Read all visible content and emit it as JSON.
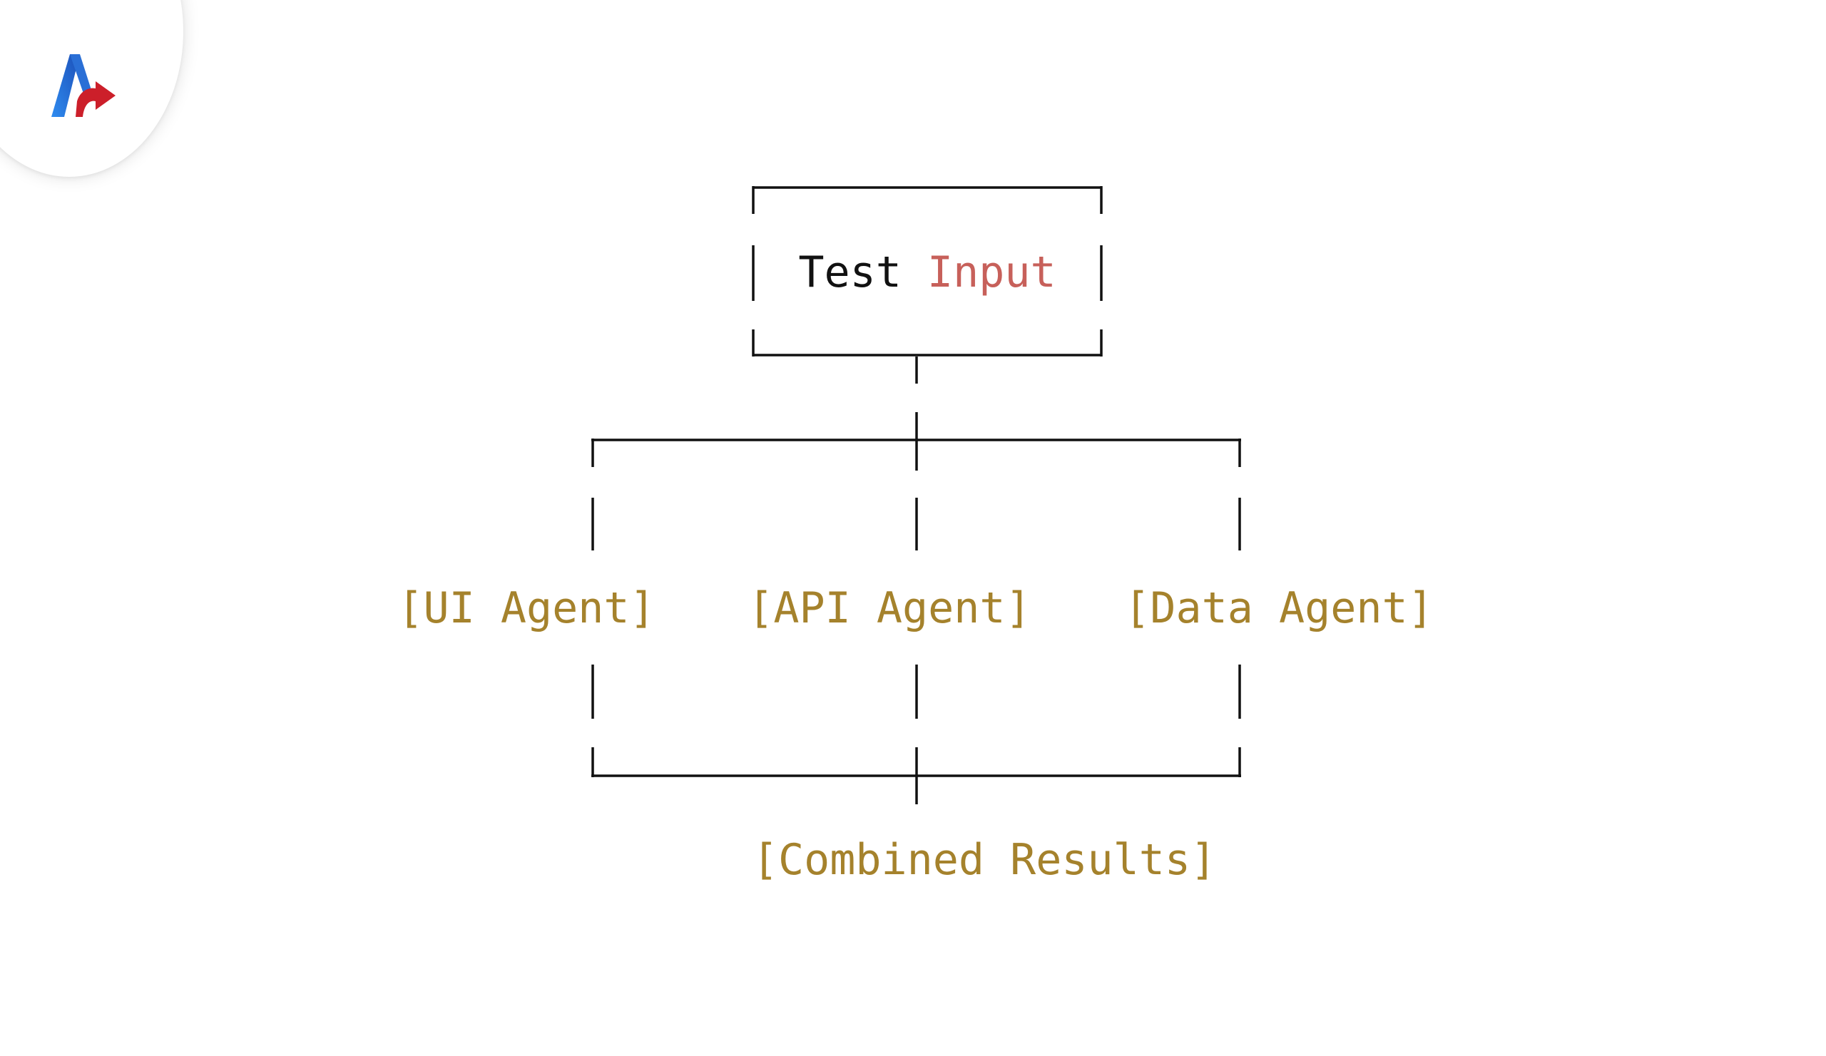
{
  "logo": {
    "icon": "a-arrow-logo-icon",
    "colors": {
      "blue": "#1e6fd9",
      "red": "#cc1f2a"
    }
  },
  "diagram": {
    "input": {
      "word1": "Test",
      "word2": "Input"
    },
    "agents": [
      {
        "label": "[UI Agent]"
      },
      {
        "label": "[API Agent]"
      },
      {
        "label": "[Data Agent]"
      }
    ],
    "output": {
      "label": "[Combined Results]"
    }
  },
  "colors": {
    "lines": "#111111",
    "input_highlight": "#c7605a",
    "agent_text": "#a5822c"
  }
}
